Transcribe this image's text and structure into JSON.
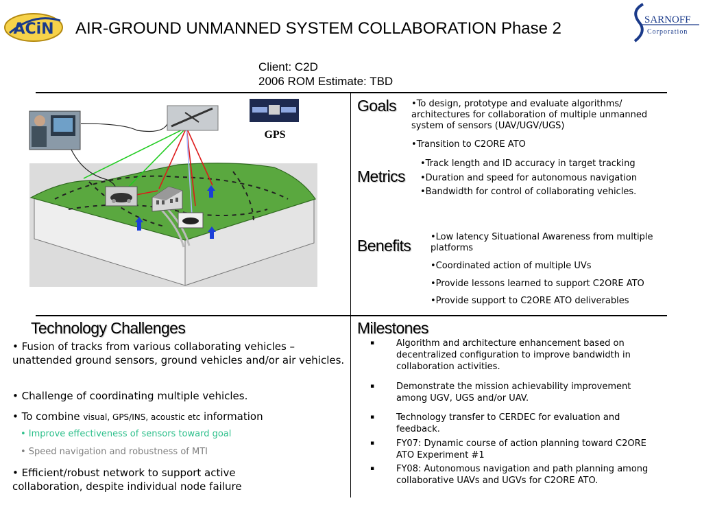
{
  "title": "AIR-GROUND UNMANNED SYSTEM COLLABORATION Phase 2",
  "client_line": "Client: C2D",
  "estimate_line": "2006 ROM Estimate: TBD",
  "logos": {
    "left": "ACiN",
    "right_main": "SARNOFF",
    "right_sub": "Corporation"
  },
  "diagram": {
    "gps_label": "GPS"
  },
  "goals": {
    "heading": "Goals",
    "items": [
      "•To design, prototype and evaluate algorithms/ architectures for collaboration of multiple unmanned system of sensors (UAV/UGV/UGS)",
      "•Transition to C2ORE ATO"
    ]
  },
  "metrics": {
    "heading": "Metrics",
    "items": [
      "•Track length and ID accuracy in target tracking",
      "•Duration and speed for autonomous navigation",
      "•Bandwidth for control of collaborating vehicles."
    ]
  },
  "benefits": {
    "heading": "Benefits",
    "items": [
      "•Low latency Situational Awareness from multiple platforms",
      "•Coordinated action of multiple UVs",
      "•Provide lessons learned to support C2ORE ATO",
      "•Provide support to C2ORE ATO deliverables"
    ]
  },
  "tech": {
    "heading": "Technology Challenges",
    "item1": "• Fusion of tracks from various collaborating vehicles – unattended ground sensors, ground vehicles and/or air vehicles.",
    "item2": "• Challenge of coordinating multiple vehicles.",
    "item3_a": "• To combine ",
    "item3_b": "visual, GPS/INS, acoustic etc",
    "item3_c": " information",
    "sub1": "• Improve effectiveness of sensors toward goal",
    "sub2": "• Speed navigation and robustness of MTI",
    "item4": "• Efficient/robust network to support active collaboration, despite individual node failure",
    "colors": {
      "sub1": "#2bbf8a",
      "sub2": "#808080"
    }
  },
  "milestones": {
    "heading": "Milestones",
    "bullet": "▪",
    "items": [
      "Algorithm and architecture enhancement based on decentralized configuration to improve bandwidth in collaboration activities.",
      "Demonstrate the mission achievability improvement among UGV, UGS and/or UAV.",
      "Technology transfer to CERDEC for evaluation and feedback.",
      "FY07: Dynamic course of action planning toward C2ORE ATO Experiment #1",
      "FY08: Autonomous navigation and path planning among collaborative UAVs and UGVs for C2ORE ATO."
    ]
  }
}
